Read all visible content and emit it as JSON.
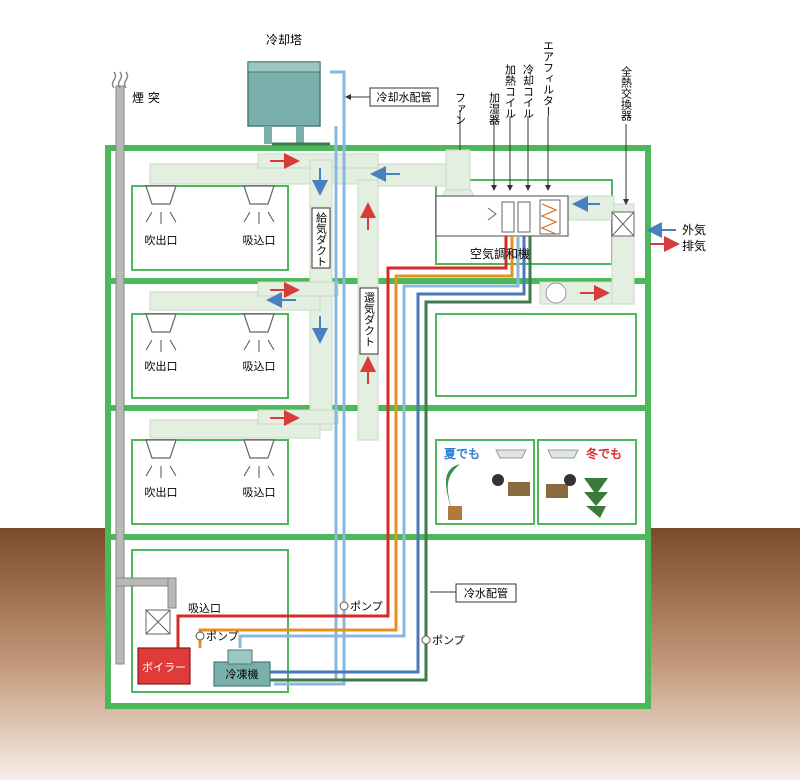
{
  "labels": {
    "cooling_tower": "冷却塔",
    "chimney": "煙 突",
    "cooling_water_pipe": "冷却水配管",
    "fan": "ファン",
    "humidifier": "加湿器",
    "heating_coil": "加熱コイル",
    "cooling_coil": "冷却コイル",
    "air_filter": "エアフィルター",
    "total_heat_exchanger": "全熱交換器",
    "outside_air": "外気",
    "exhaust_air": "排気",
    "air_handler": "空気調和機",
    "supply_duct": "給気ダクト",
    "return_duct": "還気ダクト",
    "outlet": "吹出口",
    "inlet": "吸込口",
    "summer": "夏でも",
    "winter": "冬でも",
    "pump": "ポンプ",
    "chilled_water_pipe": "冷水配管",
    "boiler": "ボイラー",
    "chiller": "冷凍機"
  },
  "colors": {
    "building_frame": "#4db85a",
    "ground_top": "#7b4a2a",
    "duct_fill": "#e3efe0",
    "supply_arrow": "#4a7fc0",
    "return_arrow": "#d93a3a",
    "hot_pipe": "#d92a2a",
    "orange_pipe": "#e8901c",
    "light_blue_pipe": "#8ab8dc",
    "blue_pipe": "#4a78b8",
    "green_pipe": "#3f7a4a",
    "boiler_fill": "#e03a3a",
    "tower_fill": "#7ab0ac",
    "summer_text": "#2a7fd0",
    "winter_text": "#d92a2a"
  }
}
